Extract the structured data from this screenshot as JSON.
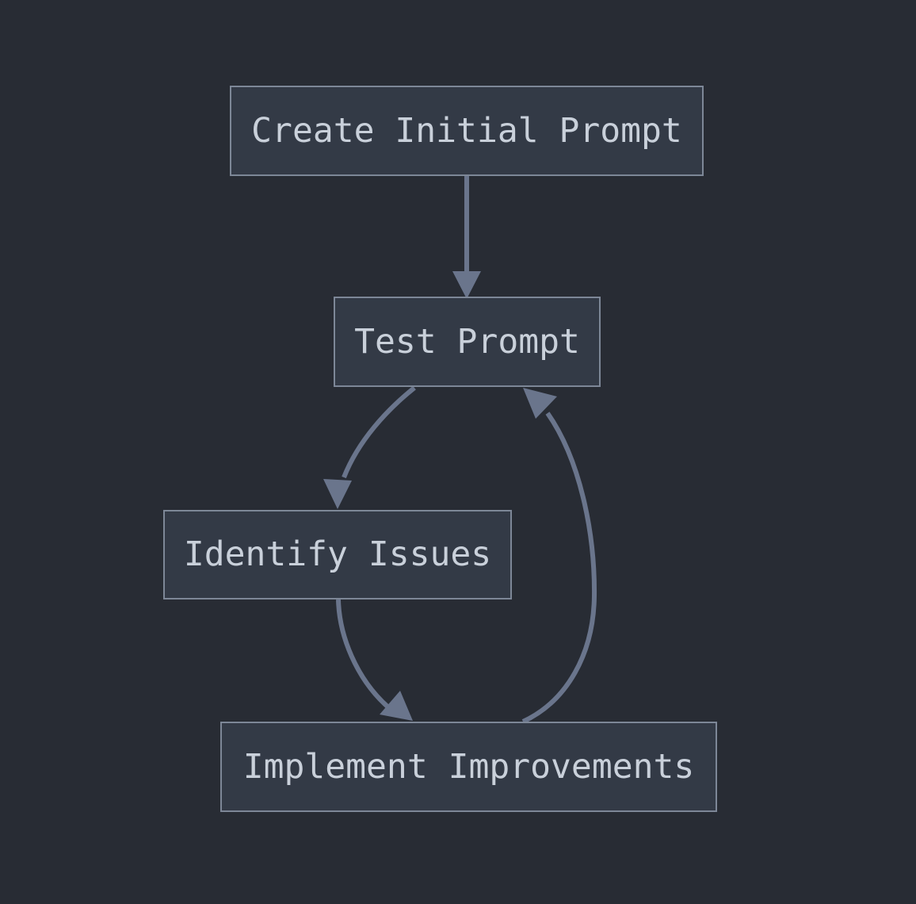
{
  "diagram": {
    "type": "flowchart",
    "direction": "top-down",
    "nodes": [
      {
        "id": "create",
        "label": "Create Initial Prompt"
      },
      {
        "id": "test",
        "label": "Test Prompt"
      },
      {
        "id": "identify",
        "label": "Identify Issues"
      },
      {
        "id": "implement",
        "label": "Implement Improvements"
      }
    ],
    "edges": [
      {
        "from": "Create Initial Prompt",
        "to": "Test Prompt",
        "style": "straight-down"
      },
      {
        "from": "Test Prompt",
        "to": "Identify Issues",
        "style": "curved-left-down"
      },
      {
        "from": "Identify Issues",
        "to": "Implement Improvements",
        "style": "curved-right-down"
      },
      {
        "from": "Implement Improvements",
        "to": "Test Prompt",
        "style": "curved-right-up-loop"
      }
    ],
    "colors": {
      "background": "#282c34",
      "node_fill": "#333a46",
      "node_border": "#7d8797",
      "node_text": "#c9d0da",
      "arrow": "#6a758c"
    }
  }
}
